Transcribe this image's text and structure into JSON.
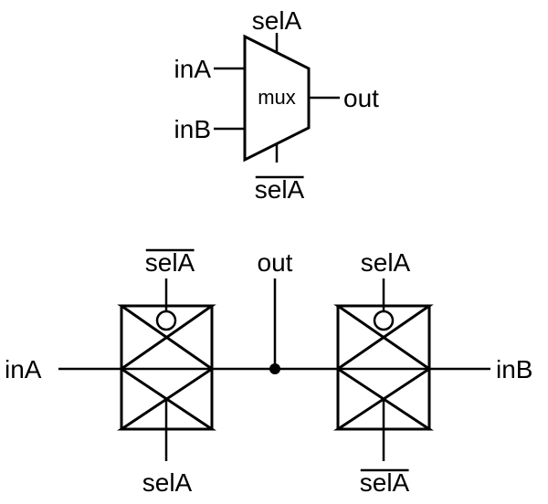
{
  "mux_symbol": {
    "block_label": "mux",
    "sel_top": "selA",
    "sel_bottom": "selA",
    "in_a": "inA",
    "in_b": "inB",
    "out": "out"
  },
  "transmission_gates": {
    "in_a": "inA",
    "in_b": "inB",
    "out": "out",
    "left_gate_top": "selA",
    "left_gate_bottom": "selA",
    "right_gate_top": "selA",
    "right_gate_bottom": "selA"
  },
  "overbar_labels": [
    "mux-sel-bottom-label",
    "tg-left-top-label",
    "tg-right-bottom-label"
  ]
}
